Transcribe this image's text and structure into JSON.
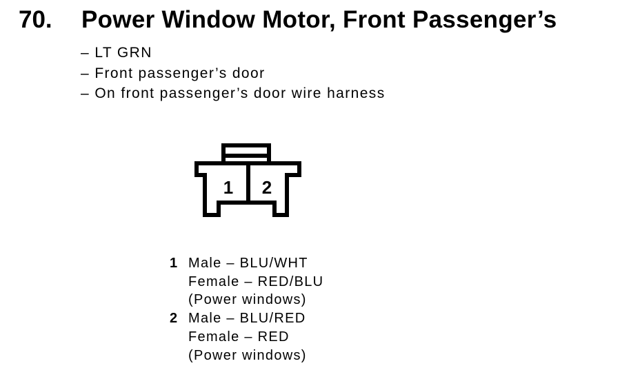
{
  "page": {
    "background": "#ffffff",
    "ink": "#000000"
  },
  "header": {
    "item_number": "70.",
    "title": "Power Window Motor, Front Passenger’s"
  },
  "details": [
    "– LT GRN",
    "– Front passenger’s door",
    "– On front passenger’s door wire harness"
  ],
  "connector": {
    "cavity_labels": [
      "1",
      "2"
    ]
  },
  "pin_list": [
    {
      "number": "1",
      "lines": [
        "Male – BLU/WHT",
        "Female – RED/BLU",
        "(Power windows)"
      ]
    },
    {
      "number": "2",
      "lines": [
        "Male – BLU/RED",
        "Female – RED",
        "(Power windows)"
      ]
    }
  ]
}
